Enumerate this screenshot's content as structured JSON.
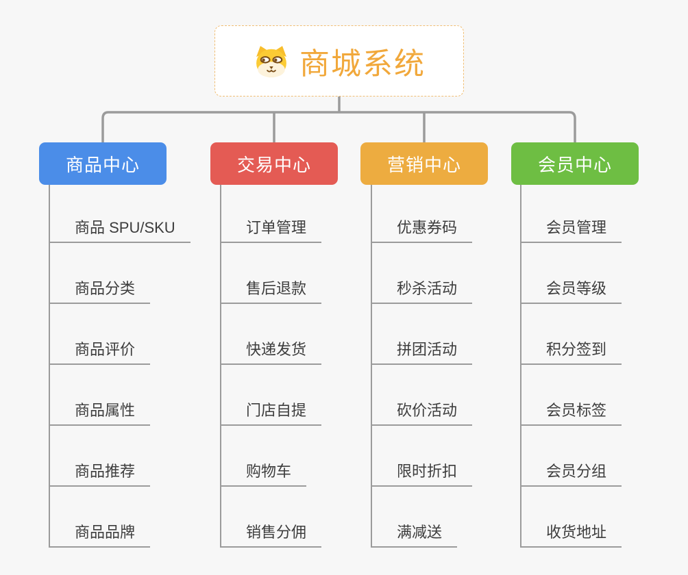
{
  "canvas": {
    "background": "#f7f7f7",
    "connector_color": "#9b9b9b",
    "leaf_line_color": "#9b9b9b",
    "leaf_text_color": "#3d3d3d"
  },
  "root": {
    "label": "商城系统",
    "icon": "shiba-dog-icon",
    "text_color": "#f1a83b",
    "border_color": "#f0bd72",
    "background": "#ffffff"
  },
  "branches": [
    {
      "label": "商品中心",
      "color": "#4b8de8",
      "items": [
        "商品 SPU/SKU",
        "商品分类",
        "商品评价",
        "商品属性",
        "商品推荐",
        "商品品牌"
      ]
    },
    {
      "label": "交易中心",
      "color": "#e45b54",
      "items": [
        "订单管理",
        "售后退款",
        "快递发货",
        "门店自提",
        "购物车",
        "销售分佣"
      ]
    },
    {
      "label": "营销中心",
      "color": "#edac40",
      "items": [
        "优惠券码",
        "秒杀活动",
        "拼团活动",
        "砍价活动",
        "限时折扣",
        "满减送"
      ]
    },
    {
      "label": "会员中心",
      "color": "#6ebe43",
      "items": [
        "会员管理",
        "会员等级",
        "积分签到",
        "会员标签",
        "会员分组",
        "收货地址"
      ]
    }
  ]
}
